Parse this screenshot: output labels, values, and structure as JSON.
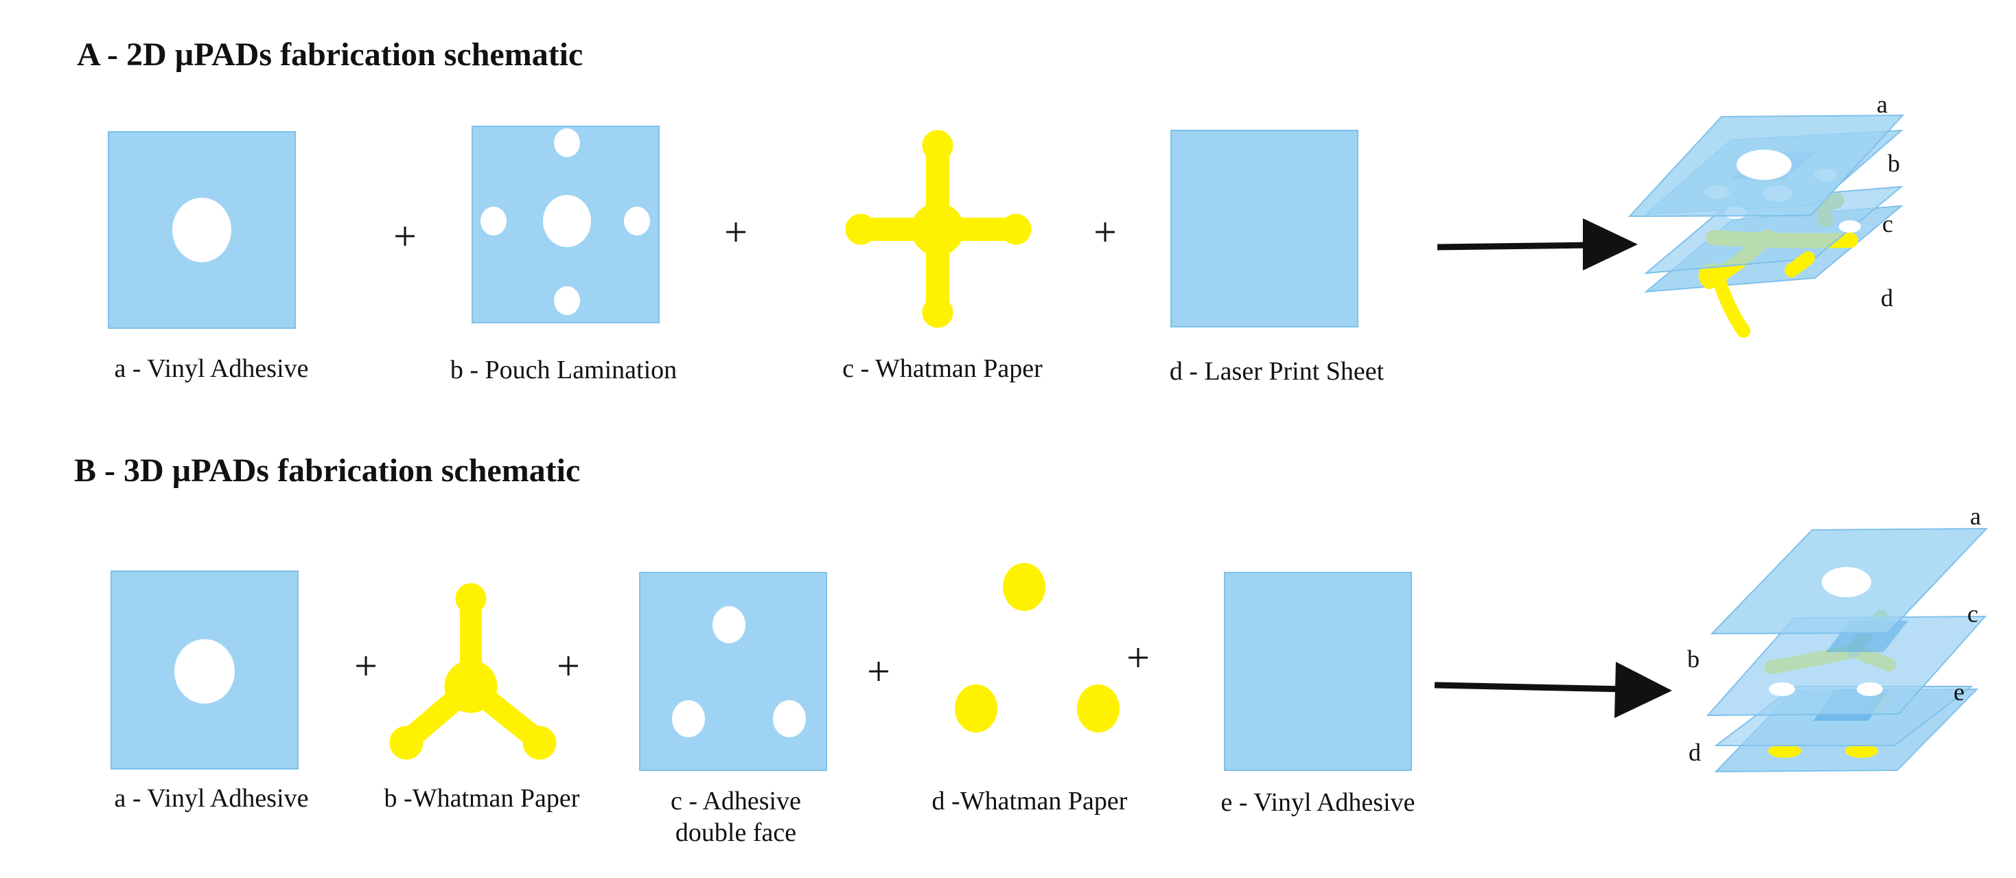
{
  "section_a": {
    "title": "A - 2D µPADs fabrication schematic",
    "components": [
      {
        "caption": "a - Vinyl Adhesive"
      },
      {
        "caption": "b - Pouch Lamination"
      },
      {
        "caption": "c - Whatman Paper"
      },
      {
        "caption": "d - Laser Print Sheet"
      }
    ],
    "layer_labels": [
      "a",
      "b",
      "c",
      "d"
    ],
    "operator": "+"
  },
  "section_b": {
    "title": "B - 3D µPADs fabrication schematic",
    "components": [
      {
        "caption": "a - Vinyl Adhesive"
      },
      {
        "caption": "b -Whatman Paper"
      },
      {
        "caption_line1": "c - Adhesive",
        "caption_line2": "double face"
      },
      {
        "caption": "d -Whatman Paper"
      },
      {
        "caption": "e - Vinyl Adhesive"
      }
    ],
    "layer_labels": [
      "a",
      "c",
      "b",
      "e",
      "d"
    ],
    "operator": "+"
  },
  "colors": {
    "sheet_blue": "#9ed3f3",
    "sheet_blue_dark": "#5fb0e8",
    "paper_yellow": "#fff200",
    "arrow": "#111111"
  }
}
